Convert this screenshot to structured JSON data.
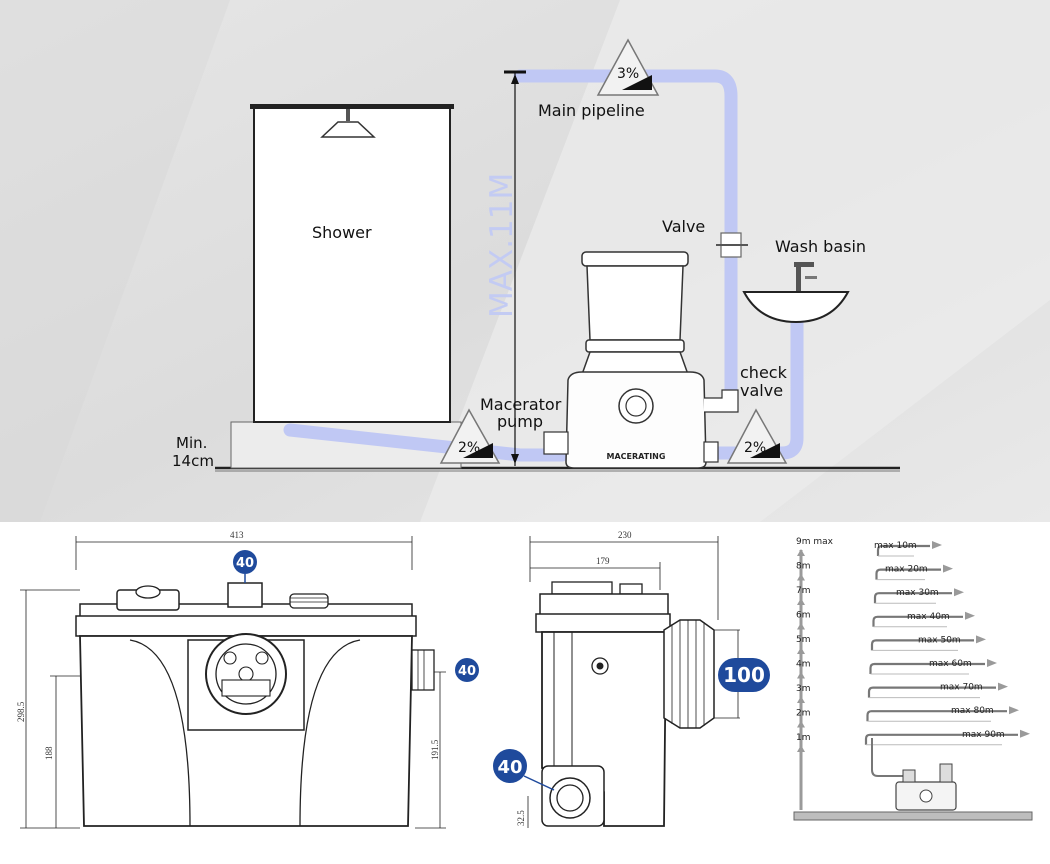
{
  "install": {
    "slope_top": "3%",
    "slope_left": "2%",
    "slope_right": "2%",
    "main_pipeline": "Main pipeline",
    "max_height": "MAX.11M",
    "shower": "Shower",
    "valve": "Valve",
    "wash_basin": "Wash basin",
    "check_valve_1": "check",
    "check_valve_2": "valve",
    "macerator_1": "Macerator",
    "macerator_2": "pump",
    "min_1": "Min.",
    "min_2": "14cm",
    "brand": "MACERATING"
  },
  "front_view": {
    "width": "413",
    "height_total": "298.5",
    "height_inlet": "188",
    "height_right": "191.5",
    "top_inlet": "40",
    "side_inlet": "40"
  },
  "side_view": {
    "width_total": "230",
    "width_body": "179",
    "outlet_bottom": "40",
    "outlet_height": "32.5",
    "inlet_large": "100"
  },
  "pump_chart": {
    "heights": [
      "9m max",
      "8m",
      "7m",
      "6m",
      "5m",
      "4m",
      "3m",
      "2m",
      "1m"
    ],
    "distances": [
      "max 10m",
      "max 20m",
      "max 30m",
      "max 40m",
      "max 50m",
      "max 60m",
      "max 70m",
      "max 80m",
      "max 90m"
    ]
  },
  "colors": {
    "pipe": "#c0c8f4",
    "badge": "#1f4a9c",
    "background": "#e3e3e3"
  }
}
